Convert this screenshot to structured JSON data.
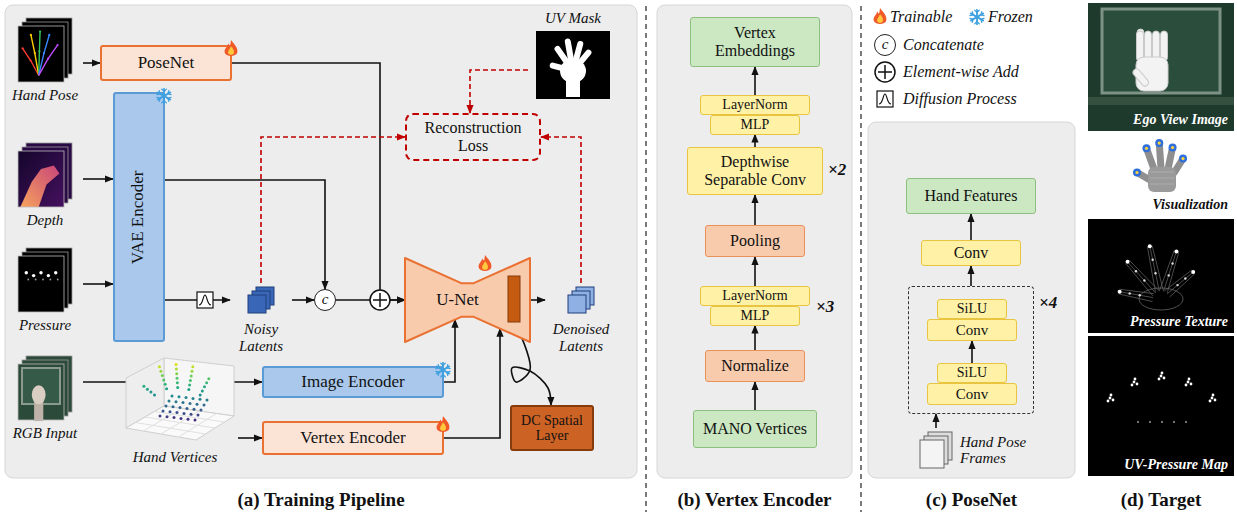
{
  "diagram": {
    "nodes": [
      {
        "text": [
          "(a) Training Pipeline"
        ]
      },
      {
        "text": [
          "Hand Pose"
        ],
        "in": 0
      },
      {
        "text": [
          "PoseNet"
        ],
        "in": 0
      },
      {
        "text": [
          "UV Mask"
        ],
        "in": 0
      },
      {
        "text": [
          "Reconstruction Loss"
        ],
        "in": 0
      },
      {
        "text": [
          "VAE Encoder"
        ],
        "in": 0
      },
      {
        "text": [
          "Depth"
        ],
        "in": 0
      },
      {
        "text": [
          "Pressure"
        ],
        "in": 0
      },
      {
        "text": [
          "Noisy Latents"
        ],
        "in": 0
      },
      {
        "text": [
          "c"
        ],
        "in": 0
      },
      {
        "text": [
          "U-Net"
        ],
        "in": 0
      },
      {
        "text": [
          "Denoised Latents"
        ],
        "in": 0
      },
      {
        "text": [
          "RGB Input"
        ],
        "in": 0
      },
      {
        "text": [
          "Image Encoder"
        ],
        "in": 0
      },
      {
        "text": [
          "Hand Vertices"
        ],
        "in": 0
      },
      {
        "text": [
          "Vertex Encoder"
        ],
        "in": 0
      },
      {
        "text": [
          "DC Spatial Layer"
        ],
        "in": 0
      },
      {
        "text": [
          "(b) Vertex Encoder"
        ]
      },
      {
        "text": [
          "Vertex Embeddings"
        ],
        "in": 17
      },
      {
        "text": [
          "LayerNorm"
        ],
        "in": 17
      },
      {
        "text": [
          "MLP"
        ],
        "in": 17
      },
      {
        "text": [
          "Depthwise Separable Conv"
        ],
        "in": 17
      },
      {
        "text": [
          "Pooling"
        ],
        "in": 17
      },
      {
        "text": [
          "LayerNorm"
        ],
        "in": 17
      },
      {
        "text": [
          "MLP"
        ],
        "in": 17
      },
      {
        "text": [
          "Normalize"
        ],
        "in": 17
      },
      {
        "text": [
          "MANO Vertices"
        ],
        "in": 17
      },
      {
        "text": [
          "(c) PoseNet"
        ]
      },
      {
        "text": [
          "Hand Features"
        ],
        "in": 27
      },
      {
        "text": [
          "Conv"
        ],
        "in": 27
      },
      {
        "text": [
          "×4"
        ],
        "in": 27
      },
      {
        "text": [
          "SiLU"
        ],
        "in": 30
      },
      {
        "text": [
          "Conv"
        ],
        "in": 30
      },
      {
        "text": [
          "SiLU"
        ],
        "in": 30
      },
      {
        "text": [
          "Conv"
        ],
        "in": 30
      },
      {
        "text": [
          "Hand Pose Frames"
        ],
        "in": 27
      },
      {
        "text": [
          "(d) Target"
        ]
      },
      {
        "text": [
          "Ego View Image"
        ],
        "in": 36
      },
      {
        "text": [
          "Visualization"
        ],
        "in": 36
      },
      {
        "text": [
          "Pressure Texture"
        ],
        "in": 36
      },
      {
        "text": [
          "UV-Pressure Map"
        ],
        "in": 36
      }
    ],
    "edges": [
      {
        "from": 1,
        "to": 2,
        "arrow": "to"
      },
      {
        "from": 2,
        "to": 10,
        "arrow": "to"
      },
      {
        "from": 6,
        "to": 5,
        "arrow": "to"
      },
      {
        "from": 7,
        "to": 5,
        "arrow": "to"
      },
      {
        "from": 5,
        "to": 9,
        "arrow": "to"
      },
      {
        "from": 5,
        "to": 8,
        "arrow": "to"
      },
      {
        "from": 8,
        "to": 9,
        "arrow": "to"
      },
      {
        "from": 9,
        "to": 10,
        "arrow": "to"
      },
      {
        "from": 10,
        "to": 11,
        "arrow": "to"
      },
      {
        "from": 12,
        "to": 13,
        "arrow": "to"
      },
      {
        "from": 13,
        "to": 10,
        "arrow": "to"
      },
      {
        "from": 14,
        "to": 15,
        "arrow": "to"
      },
      {
        "from": 15,
        "to": 10,
        "arrow": "to"
      },
      {
        "from": 3,
        "to": 4,
        "arrow": "to"
      },
      {
        "from": 8,
        "to": 4,
        "arrow": "to"
      },
      {
        "from": 11,
        "to": 4,
        "arrow": "to"
      },
      {
        "from": 10,
        "to": 16,
        "arrow": "to"
      },
      {
        "from": 26,
        "to": 25,
        "arrow": "to"
      },
      {
        "from": 25,
        "to": 24,
        "arrow": "to"
      },
      {
        "from": 23,
        "to": 22,
        "arrow": "to"
      },
      {
        "from": 22,
        "to": 21,
        "arrow": "to"
      },
      {
        "from": 21,
        "to": 20,
        "arrow": "to"
      },
      {
        "from": 19,
        "to": 18,
        "arrow": "to"
      },
      {
        "from": 35,
        "to": 30,
        "arrow": "to"
      },
      {
        "from": 33,
        "to": 32,
        "arrow": "to"
      },
      {
        "from": 30,
        "to": 29,
        "arrow": "to"
      },
      {
        "from": 29,
        "to": 28,
        "arrow": "to"
      }
    ],
    "labels": [
      "×2",
      "×3",
      "c"
    ],
    "legend": [
      {
        "text": "Trainable"
      },
      {
        "text": "Frozen"
      },
      {
        "text": "Concatenate"
      },
      {
        "text": "Element-wise Add"
      },
      {
        "text": "Diffusion Process"
      }
    ]
  }
}
